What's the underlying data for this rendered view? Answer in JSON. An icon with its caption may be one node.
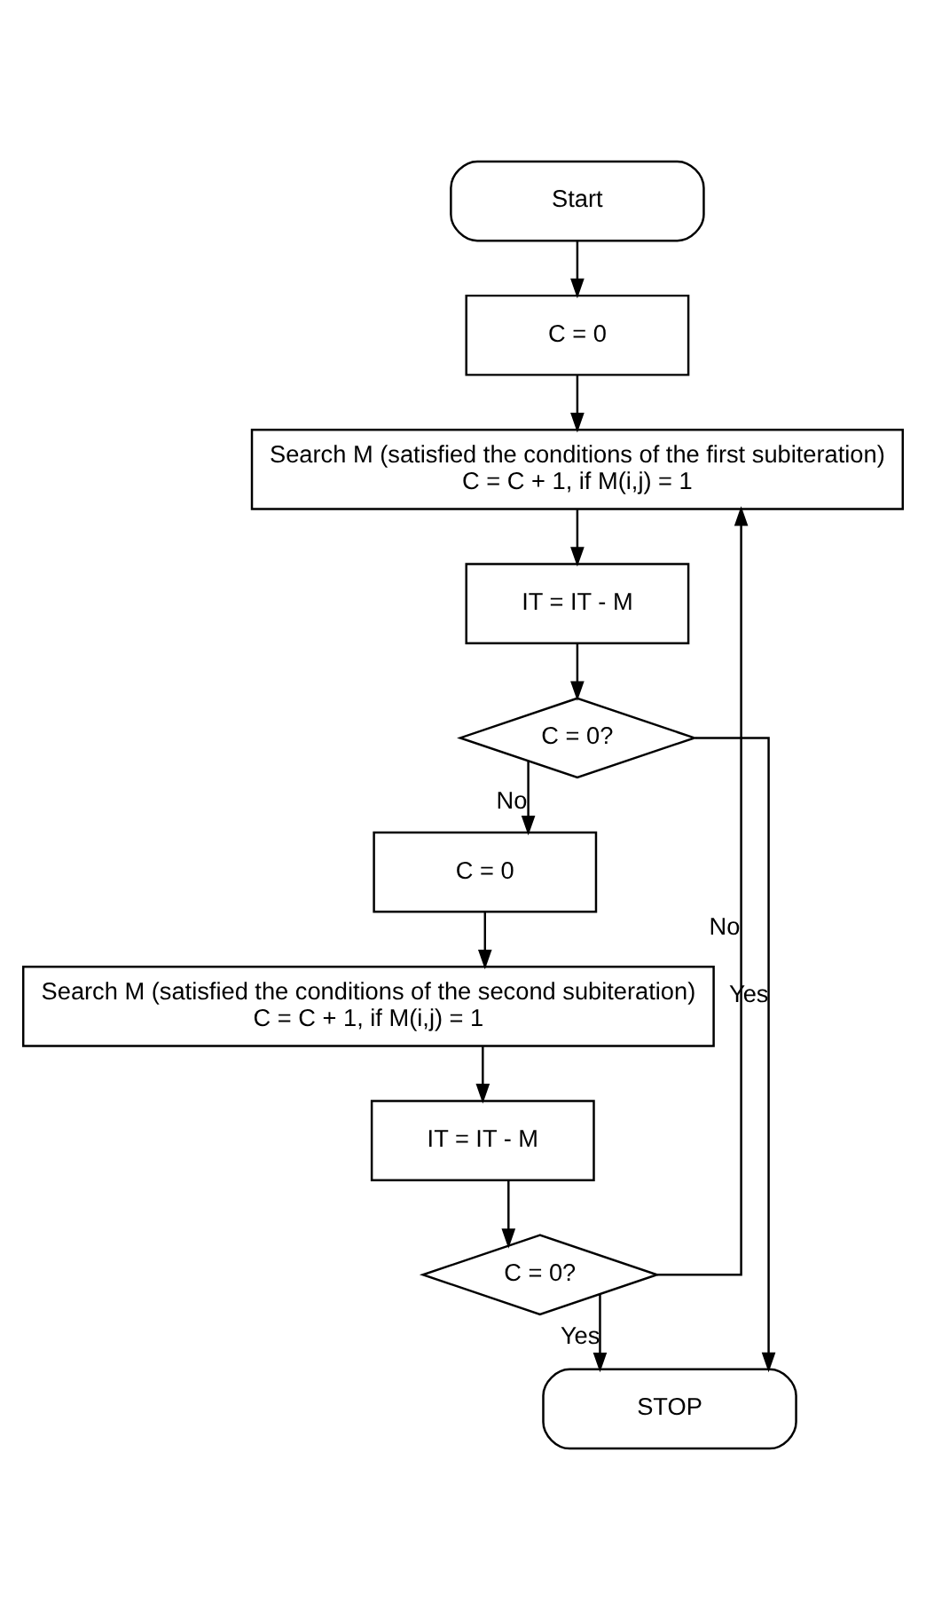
{
  "diagram": {
    "nodes": [
      {
        "text": [
          "Start"
        ]
      },
      {
        "text": [
          "C = 0"
        ]
      },
      {
        "text": [
          "Search M (satisfied the conditions of the first subiteration)",
          "C = C + 1, if M(i,j) = 1"
        ]
      },
      {
        "text": [
          "IT = IT - M"
        ]
      },
      {
        "text": [
          "C = 0?"
        ]
      },
      {
        "text": [
          "C = 0"
        ]
      },
      {
        "text": [
          "Search M (satisfied the conditions of the second subiteration)",
          "C = C + 1, if M(i,j) = 1"
        ]
      },
      {
        "text": [
          "IT = IT - M"
        ]
      },
      {
        "text": [
          "C = 0?"
        ]
      },
      {
        "text": [
          "STOP"
        ]
      }
    ],
    "edges": [
      {
        "from": 0,
        "to": 1,
        "arrow": "to"
      },
      {
        "from": 1,
        "to": 2,
        "arrow": "to"
      },
      {
        "from": 2,
        "to": 3,
        "arrow": "to"
      },
      {
        "from": 3,
        "to": 4,
        "arrow": "to"
      },
      {
        "from": 4,
        "to": 9,
        "arrow": "to",
        "label": "Yes"
      },
      {
        "from": 4,
        "to": 5,
        "arrow": "to",
        "label": "No"
      },
      {
        "from": 5,
        "to": 6,
        "arrow": "to"
      },
      {
        "from": 6,
        "to": 7,
        "arrow": "to"
      },
      {
        "from": 7,
        "to": 8,
        "arrow": "to"
      },
      {
        "from": 8,
        "to": 9,
        "arrow": "to",
        "label": "Yes"
      },
      {
        "from": 8,
        "to": 2,
        "arrow": "to",
        "label": "No"
      }
    ]
  }
}
